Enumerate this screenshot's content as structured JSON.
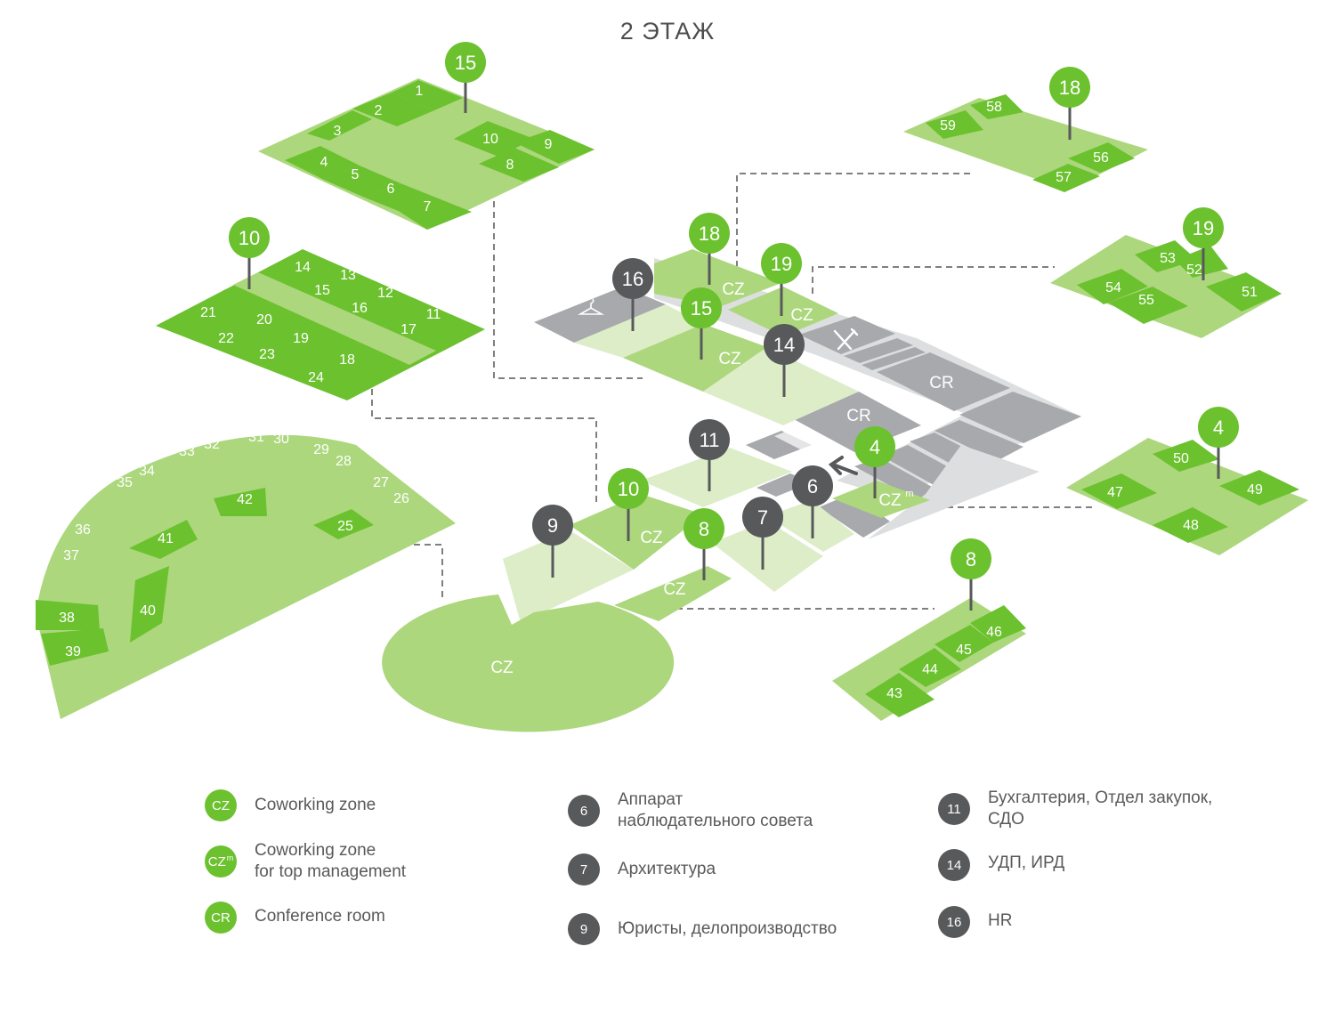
{
  "title": "2 ЭТАЖ",
  "colors": {
    "green": "#6cc12f",
    "green_mid": "#acd77d",
    "green_light": "#dcedc8",
    "gray": "#a7a9ac",
    "dark": "#58595b",
    "dash": "#555555"
  },
  "icons": [
    "hanger-icon",
    "cutlery-icon",
    "arrow-icon"
  ],
  "zone_labels": {
    "cz": "CZ",
    "czm": "CZ",
    "czm_sup": "m",
    "cr": "CR"
  },
  "map_pins": {
    "p18": "18",
    "p19": "19",
    "p16": "16",
    "p15": "15",
    "p14": "14",
    "p11": "11",
    "p4": "4",
    "p6": "6",
    "p10": "10",
    "p9": "9",
    "p8": "8",
    "p7": "7"
  },
  "detail_pins": {
    "d15": "15",
    "d18": "18",
    "d10": "10",
    "d19": "19",
    "d4": "4",
    "d8": "8"
  },
  "rooms": {
    "r1": "1",
    "r2": "2",
    "r3": "3",
    "r4": "4",
    "r5": "5",
    "r6": "6",
    "r7": "7",
    "r8": "8",
    "r9": "9",
    "r10": "10",
    "r11": "11",
    "r12": "12",
    "r13": "13",
    "r14": "14",
    "r15": "15",
    "r16": "16",
    "r17": "17",
    "r18": "18",
    "r19": "19",
    "r20": "20",
    "r21": "21",
    "r22": "22",
    "r23": "23",
    "r24": "24",
    "r25": "25",
    "r26": "26",
    "r27": "27",
    "r28": "28",
    "r29": "29",
    "r30": "30",
    "r31": "31",
    "r32": "32",
    "r33": "33",
    "r34": "34",
    "r35": "35",
    "r36": "36",
    "r37": "37",
    "r38": "38",
    "r39": "39",
    "r40": "40",
    "r41": "41",
    "r42": "42",
    "r43": "43",
    "r44": "44",
    "r45": "45",
    "r46": "46",
    "r47": "47",
    "r48": "48",
    "r49": "49",
    "r50": "50",
    "r51": "51",
    "r52": "52",
    "r53": "53",
    "r54": "54",
    "r55": "55",
    "r56": "56",
    "r57": "57",
    "r58": "58",
    "r59": "59"
  },
  "legend": [
    {
      "badge": "CZ",
      "sup": "",
      "color": "green",
      "text": "Coworking zone"
    },
    {
      "badge": "CZ",
      "sup": "m",
      "color": "green",
      "text": "Coworking zone\nfor top management"
    },
    {
      "badge": "CR",
      "sup": "",
      "color": "green",
      "text": "Conference room"
    },
    {
      "badge": "6",
      "sup": "",
      "color": "dark",
      "text": "Аппарат\nнаблюдательного совета"
    },
    {
      "badge": "7",
      "sup": "",
      "color": "dark",
      "text": "Архитектура"
    },
    {
      "badge": "9",
      "sup": "",
      "color": "dark",
      "text": "Юристы, делопроизводство"
    },
    {
      "badge": "11",
      "sup": "",
      "color": "dark",
      "text": "Бухгалтерия, Отдел закупок,\nСДО"
    },
    {
      "badge": "14",
      "sup": "",
      "color": "dark",
      "text": "УДП, ИРД"
    },
    {
      "badge": "16",
      "sup": "",
      "color": "dark",
      "text": "HR"
    }
  ]
}
